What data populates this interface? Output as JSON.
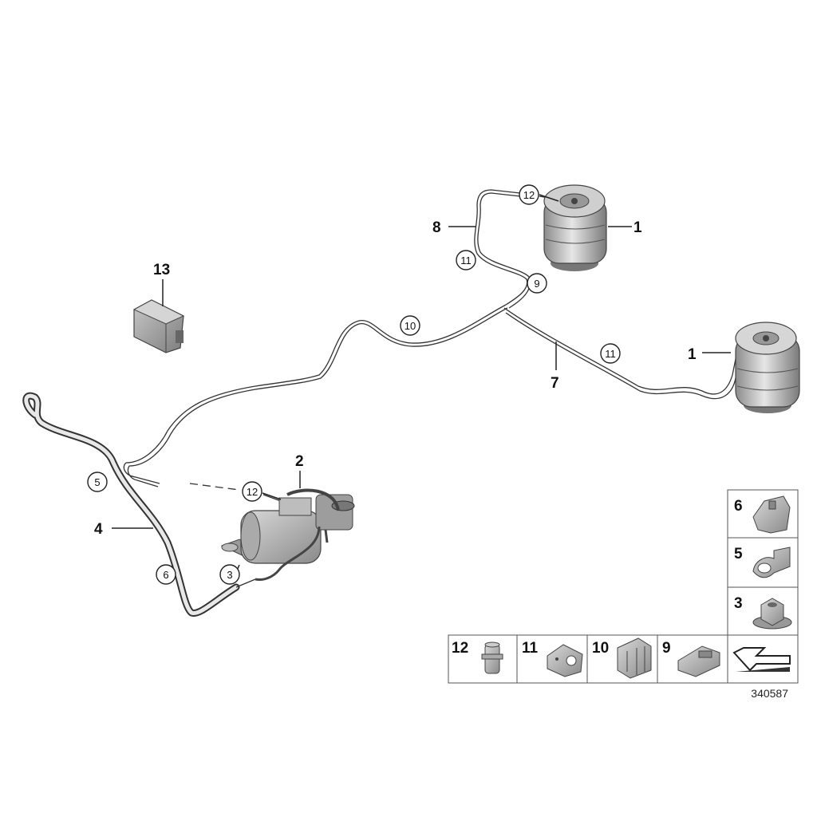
{
  "callouts": {
    "c1a": "1",
    "c1b": "1",
    "c2": "2",
    "c3": "3",
    "c4": "4",
    "c5": "5",
    "c6": "6",
    "c7": "7",
    "c8": "8",
    "c9": "9",
    "c10": "10",
    "c11a": "11",
    "c11b": "11",
    "c12a": "12",
    "c12b": "12",
    "c13": "13"
  },
  "legend": {
    "r6": "6",
    "r5": "5",
    "r3": "3",
    "b12": "12",
    "b11": "11",
    "b10": "10",
    "b9": "9"
  },
  "diagram_number": "340587"
}
